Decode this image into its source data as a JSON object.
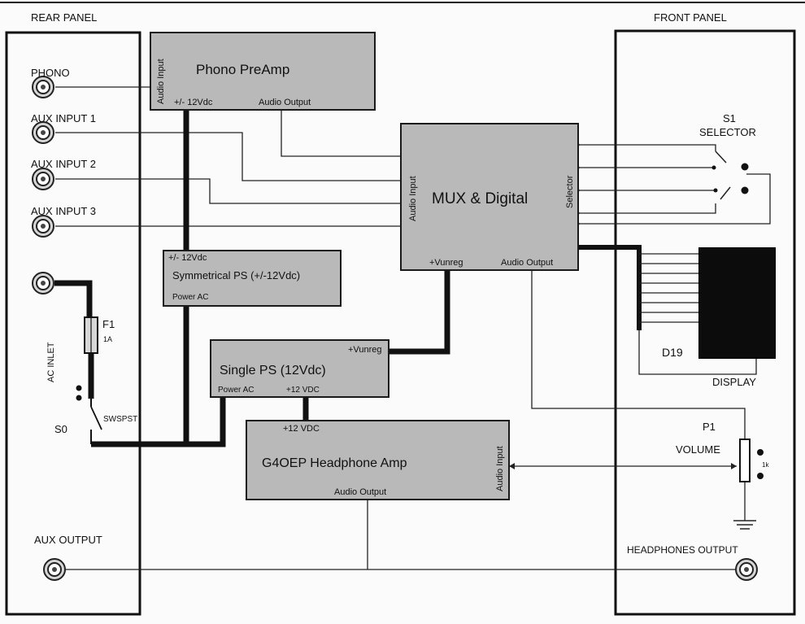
{
  "panels": {
    "rear": "REAR PANEL",
    "front": "FRONT PANEL"
  },
  "rear_labels": {
    "phono": "PHONO",
    "aux1": "AUX INPUT 1",
    "aux2": "AUX INPUT 2",
    "aux3": "AUX INPUT 3",
    "ac_inlet": "AC INLET",
    "fuse": "F1",
    "fuse_rating": "1A",
    "switch": "S0",
    "switch_type": "SWSPST",
    "aux_out": "AUX OUTPUT"
  },
  "blocks": {
    "phono": {
      "title": "Phono PreAmp",
      "audio_input": "Audio Input",
      "supply": "+/- 12Vdc",
      "audio_output": "Audio Output"
    },
    "mux": {
      "title": "MUX & Digital",
      "audio_input": "Audio Input",
      "selector": "Selector",
      "vunreg": "+Vunreg",
      "audio_output": "Audio Output"
    },
    "sym_ps": {
      "supply": "+/- 12Vdc",
      "title": "Symmetrical PS (+/-12Vdc)",
      "power": "Power AC"
    },
    "single_ps": {
      "title": "Single PS (12Vdc)",
      "vunreg": "+Vunreg",
      "power": "Power AC",
      "out": "+12 VDC"
    },
    "amp": {
      "supply": "+12 VDC",
      "title": "G4OEP Headphone Amp",
      "audio_output": "Audio Output",
      "audio_input": "Audio Input"
    }
  },
  "front_labels": {
    "s1": "S1",
    "selector": "SELECTOR",
    "d19": "D19",
    "display": "DISPLAY",
    "p1": "P1",
    "volume": "VOLUME",
    "pot_value": "1k",
    "headphones": "HEADPHONES OUTPUT"
  }
}
